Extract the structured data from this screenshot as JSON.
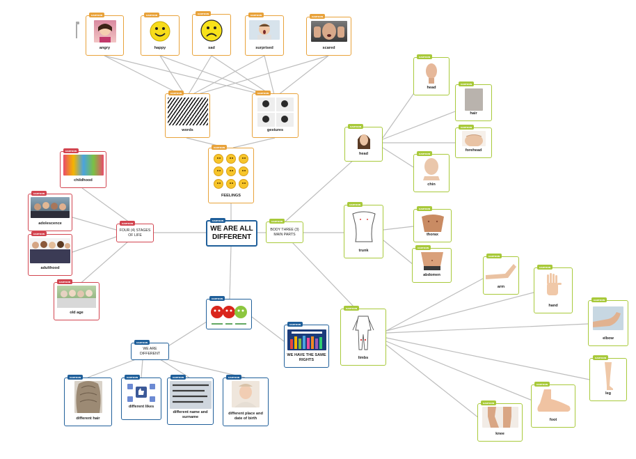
{
  "tag_text": "ᴄᴀʀᴛᴏᴏɴ",
  "center": "WE ARE ALL DIFFERENT",
  "nodes": {
    "angry": "angry",
    "happy": "happy",
    "sad": "sad",
    "surprised": "surprised",
    "scared": "scared",
    "words": "words",
    "gestures": "gestures",
    "feelings": "FEELINGS",
    "childhood": "childhood",
    "adolescence": "adolescence",
    "adulthood": "adulthood",
    "old_age": "old age",
    "stages": "FOUR (4) STAGES OF LIFE",
    "body": "BODY THREE (3) MAIN PARTS",
    "head": "head",
    "head_face": "head",
    "hair": "hair",
    "forehead": "forehead",
    "chin": "chin",
    "trunk": "trunk",
    "thorax": "thorax",
    "abdomen": "abdomen",
    "limbs": "limbs",
    "arm": "arm",
    "hand": "hand",
    "elbow": "elbow",
    "leg": "leg",
    "foot": "foot",
    "knee": "knee",
    "same_rights": "WE HAVE THE SAME RIGHTS",
    "we_are_different": "WE ARE DIFFERENT",
    "different_hair": "different hair",
    "different_likes": "different likes",
    "different_name": "different name and surname",
    "different_place": "different place and date of birth"
  },
  "colors": {
    "orange": "#e8a23a",
    "green": "#a8c93a",
    "red": "#d2444f",
    "blue": "#1f5f9a",
    "link": "#bdbdbd"
  }
}
